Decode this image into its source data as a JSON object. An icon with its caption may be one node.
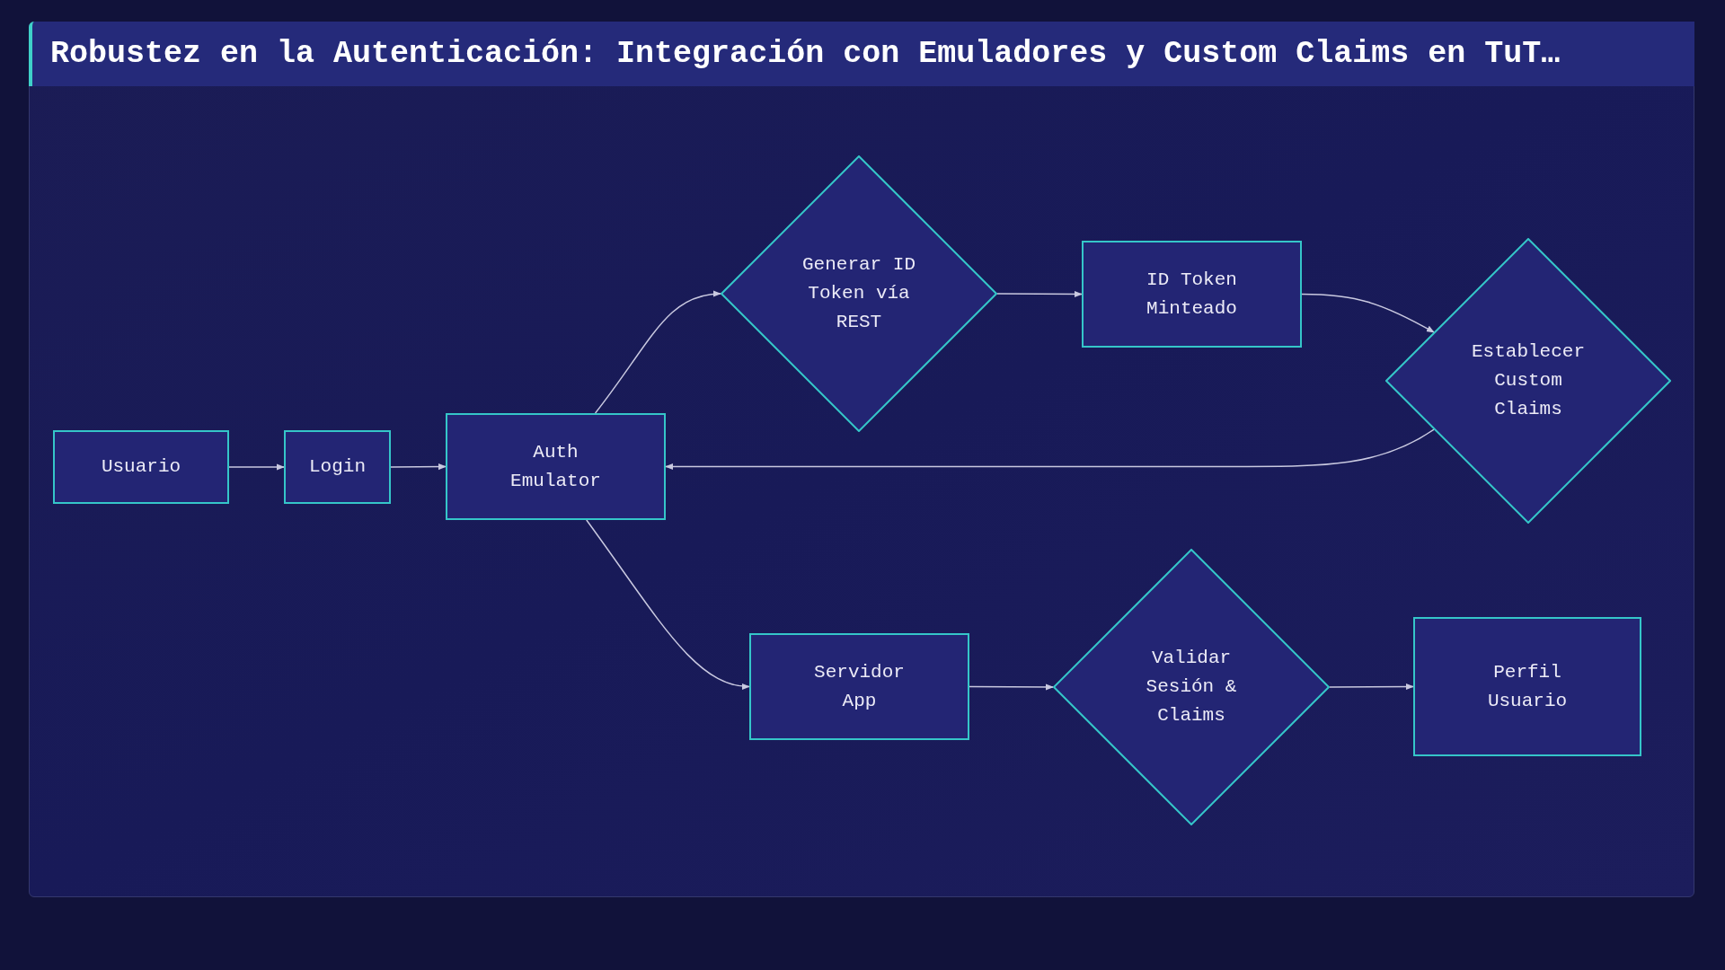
{
  "diagram": {
    "title": "Robustez en la Autenticación: Integración con Emuladores y Custom Claims en TuT…",
    "nodes": [
      {
        "text": [
          "Usuario"
        ]
      },
      {
        "text": [
          "Login"
        ]
      },
      {
        "text": [
          "Auth Emulator"
        ]
      },
      {
        "text": [
          "Generar ID Token vía REST"
        ]
      },
      {
        "text": [
          "ID Token Minteado"
        ]
      },
      {
        "text": [
          "Establecer Custom Claims"
        ]
      },
      {
        "text": [
          "Servidor App"
        ]
      },
      {
        "text": [
          "Validar Sesión & Claims"
        ]
      },
      {
        "text": [
          "Perfil Usuario"
        ]
      }
    ],
    "edges": [
      {
        "from": 0,
        "to": 1,
        "arrow": "to"
      },
      {
        "from": 1,
        "to": 2,
        "arrow": "to"
      },
      {
        "from": 2,
        "to": 3,
        "arrow": "to"
      },
      {
        "from": 3,
        "to": 4,
        "arrow": "to"
      },
      {
        "from": 4,
        "to": 5,
        "arrow": "to"
      },
      {
        "from": 5,
        "to": 2,
        "arrow": "to"
      },
      {
        "from": 2,
        "to": 6,
        "arrow": "to"
      },
      {
        "from": 6,
        "to": 7,
        "arrow": "to"
      },
      {
        "from": 7,
        "to": 8,
        "arrow": "to"
      }
    ]
  }
}
